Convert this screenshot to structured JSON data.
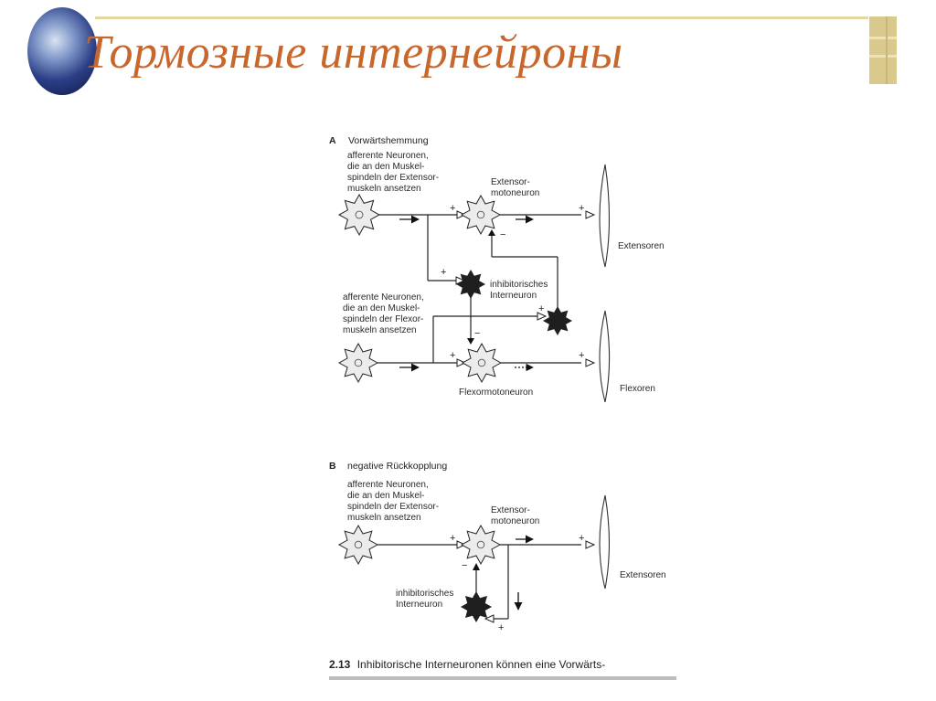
{
  "slide_title": "Тормозные интернейроны",
  "diagram_a": {
    "section_letter": "A",
    "section_title": "Vorwärtshemmung",
    "afferent_extensor_label": [
      "afferente Neuronen,",
      "die an den Muskel-",
      "spindeln der Extensor-",
      "muskeln ansetzen"
    ],
    "afferent_flexor_label": [
      "afferente Neuronen,",
      "die an den Muskel-",
      "spindeln der Flexor-",
      "muskeln ansetzen"
    ],
    "extensor_motoneuron_label": [
      "Extensor-",
      "motoneuron"
    ],
    "inhibitory_interneuron_label": [
      "inhibitorisches",
      "Interneuron"
    ],
    "flexor_motoneuron_label": "Flexormotoneuron",
    "extensor_muscle_label": "Extensoren",
    "flexor_muscle_label": "Flexoren"
  },
  "diagram_b": {
    "section_letter": "B",
    "section_title": "negative Rückkopplung",
    "afferent_extensor_label": [
      "afferente Neuronen,",
      "die an den Muskel-",
      "spindeln der Extensor-",
      "muskeln ansetzen"
    ],
    "extensor_motoneuron_label": [
      "Extensor-",
      "motoneuron"
    ],
    "inhibitory_interneuron_label": [
      "inhibitorisches",
      "Interneuron"
    ],
    "extensor_muscle_label": "Extensoren"
  },
  "signs": {
    "plus": "+",
    "minus": "−"
  },
  "caption": {
    "number": "2.13",
    "text": "Inhibitorische Interneuronen können eine Vorwärts-"
  }
}
